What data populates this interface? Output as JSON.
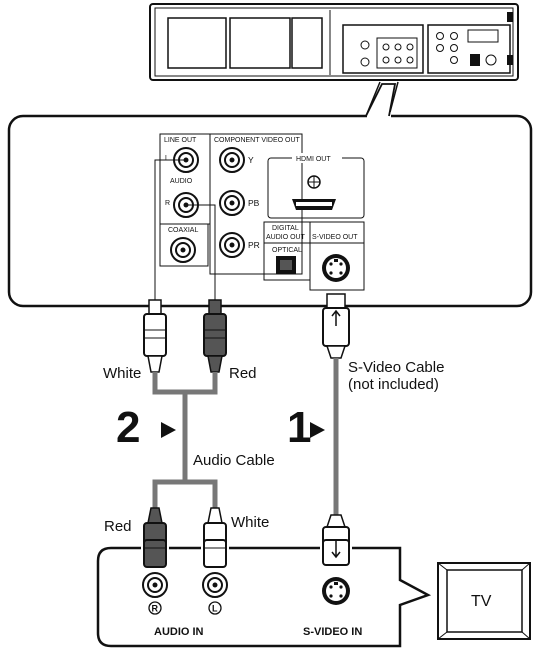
{
  "panel_labels": {
    "line_out": "LINE OUT",
    "audio": "AUDIO",
    "audio_l": "L",
    "audio_r": "R",
    "component_video_out": "COMPONENT VIDEO OUT",
    "comp_y": "Y",
    "comp_pb": "PB",
    "comp_pr": "PR",
    "coaxial": "COAXIAL",
    "hdmi_out": "HDMI OUT",
    "digital_audio_out_1": "DIGITAL",
    "digital_audio_out_2": "AUDIO OUT",
    "optical": "OPTICAL",
    "svideo_out": "S-VIDEO OUT"
  },
  "cables": {
    "white_top": "White",
    "red_top": "Red",
    "audio_cable": "Audio Cable",
    "red_bottom": "Red",
    "white_bottom": "White",
    "svideo_cable_1": "S-Video Cable",
    "svideo_cable_2": "(not included)"
  },
  "steps": {
    "step_audio": "2",
    "step_svideo": "1"
  },
  "tv_inputs": {
    "r_mark": "R",
    "l_mark": "L",
    "audio_in": "AUDIO IN",
    "svideo_in": "S-VIDEO IN"
  },
  "tv": {
    "label": "TV"
  }
}
